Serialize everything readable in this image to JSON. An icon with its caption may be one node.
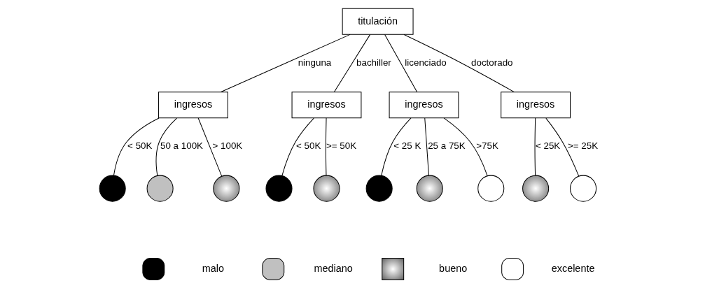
{
  "diagram": {
    "nodes": [
      {
        "text": [
          "titulación"
        ]
      },
      {
        "text": [
          "ingresos"
        ]
      },
      {
        "text": [
          "ingresos"
        ]
      },
      {
        "text": [
          "ingresos"
        ]
      },
      {
        "text": [
          "ingresos"
        ]
      },
      {
        "text": [],
        "shape": "circle"
      },
      {
        "text": [],
        "shape": "circle"
      },
      {
        "text": [],
        "shape": "circle"
      },
      {
        "text": [],
        "shape": "circle"
      },
      {
        "text": [],
        "shape": "circle"
      },
      {
        "text": [],
        "shape": "circle"
      },
      {
        "text": [],
        "shape": "circle"
      },
      {
        "text": [],
        "shape": "circle"
      },
      {
        "text": [],
        "shape": "circle"
      },
      {
        "text": [],
        "shape": "circle"
      }
    ],
    "edges": [
      {
        "from": 0,
        "to": 1,
        "arrow": "none",
        "label": "ninguna"
      },
      {
        "from": 0,
        "to": 2,
        "arrow": "none",
        "label": "bachiller"
      },
      {
        "from": 0,
        "to": 3,
        "arrow": "none",
        "label": "licenciado"
      },
      {
        "from": 0,
        "to": 4,
        "arrow": "none",
        "label": "doctorado"
      },
      {
        "from": 1,
        "to": 5,
        "arrow": "none",
        "label": "< 50K"
      },
      {
        "from": 1,
        "to": 6,
        "arrow": "none",
        "label": "50 a 100K"
      },
      {
        "from": 1,
        "to": 7,
        "arrow": "none",
        "label": "> 100K"
      },
      {
        "from": 2,
        "to": 8,
        "arrow": "none",
        "label": "< 50K"
      },
      {
        "from": 2,
        "to": 9,
        "arrow": "none",
        "label": ">= 50K"
      },
      {
        "from": 3,
        "to": 10,
        "arrow": "none",
        "label": "< 25 K"
      },
      {
        "from": 3,
        "to": 11,
        "arrow": "none",
        "label": "25 a 75K"
      },
      {
        "from": 3,
        "to": 12,
        "arrow": "none",
        "label": ">75K"
      },
      {
        "from": 4,
        "to": 13,
        "arrow": "none",
        "label": "< 25K"
      },
      {
        "from": 4,
        "to": 14,
        "arrow": "none",
        "label": ">= 25K"
      }
    ],
    "legend": [
      {
        "text": "malo",
        "color": "#000000"
      },
      {
        "text": "mediano",
        "color": "#c0c0c0"
      },
      {
        "text": "bueno"
      },
      {
        "text": "excelente",
        "color": "#ffffff"
      }
    ]
  }
}
